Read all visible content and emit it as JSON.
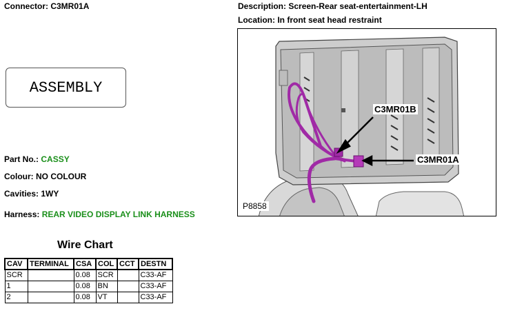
{
  "connector": {
    "label": "Connector:",
    "value": "C3MR01A"
  },
  "description": {
    "label": "Description:",
    "value": "Screen-Rear seat-entertainment-LH"
  },
  "location": {
    "label": "Location:",
    "value": "In front seat head restraint"
  },
  "assembly_text": "ASSEMBLY",
  "part_no": {
    "label": "Part No.:",
    "value": "CASSY"
  },
  "colour": {
    "label": "Colour:",
    "value": "NO COLOUR"
  },
  "cavities": {
    "label": "Cavities:",
    "value": "1WY"
  },
  "harness": {
    "label": "Harness:",
    "value": "REAR VIDEO DISPLAY LINK HARNESS"
  },
  "diagram": {
    "callout_b": "C3MR01B",
    "callout_a": "C3MR01A",
    "ref": "P8858"
  },
  "wire_chart": {
    "title": "Wire Chart",
    "headers": [
      "CAV",
      "TERMINAL",
      "CSA",
      "COL",
      "CCT",
      "DESTN"
    ],
    "rows": [
      [
        "SCR",
        "",
        "0.08",
        "SCR",
        "",
        "C33-AF"
      ],
      [
        "1",
        "",
        "0.08",
        "BN",
        "",
        "C33-AF"
      ],
      [
        "2",
        "",
        "0.08",
        "VT",
        "",
        "C33-AF"
      ]
    ]
  },
  "colors": {
    "harness_green": "#1a8f1a",
    "wire_purple": "#a02aa6"
  }
}
